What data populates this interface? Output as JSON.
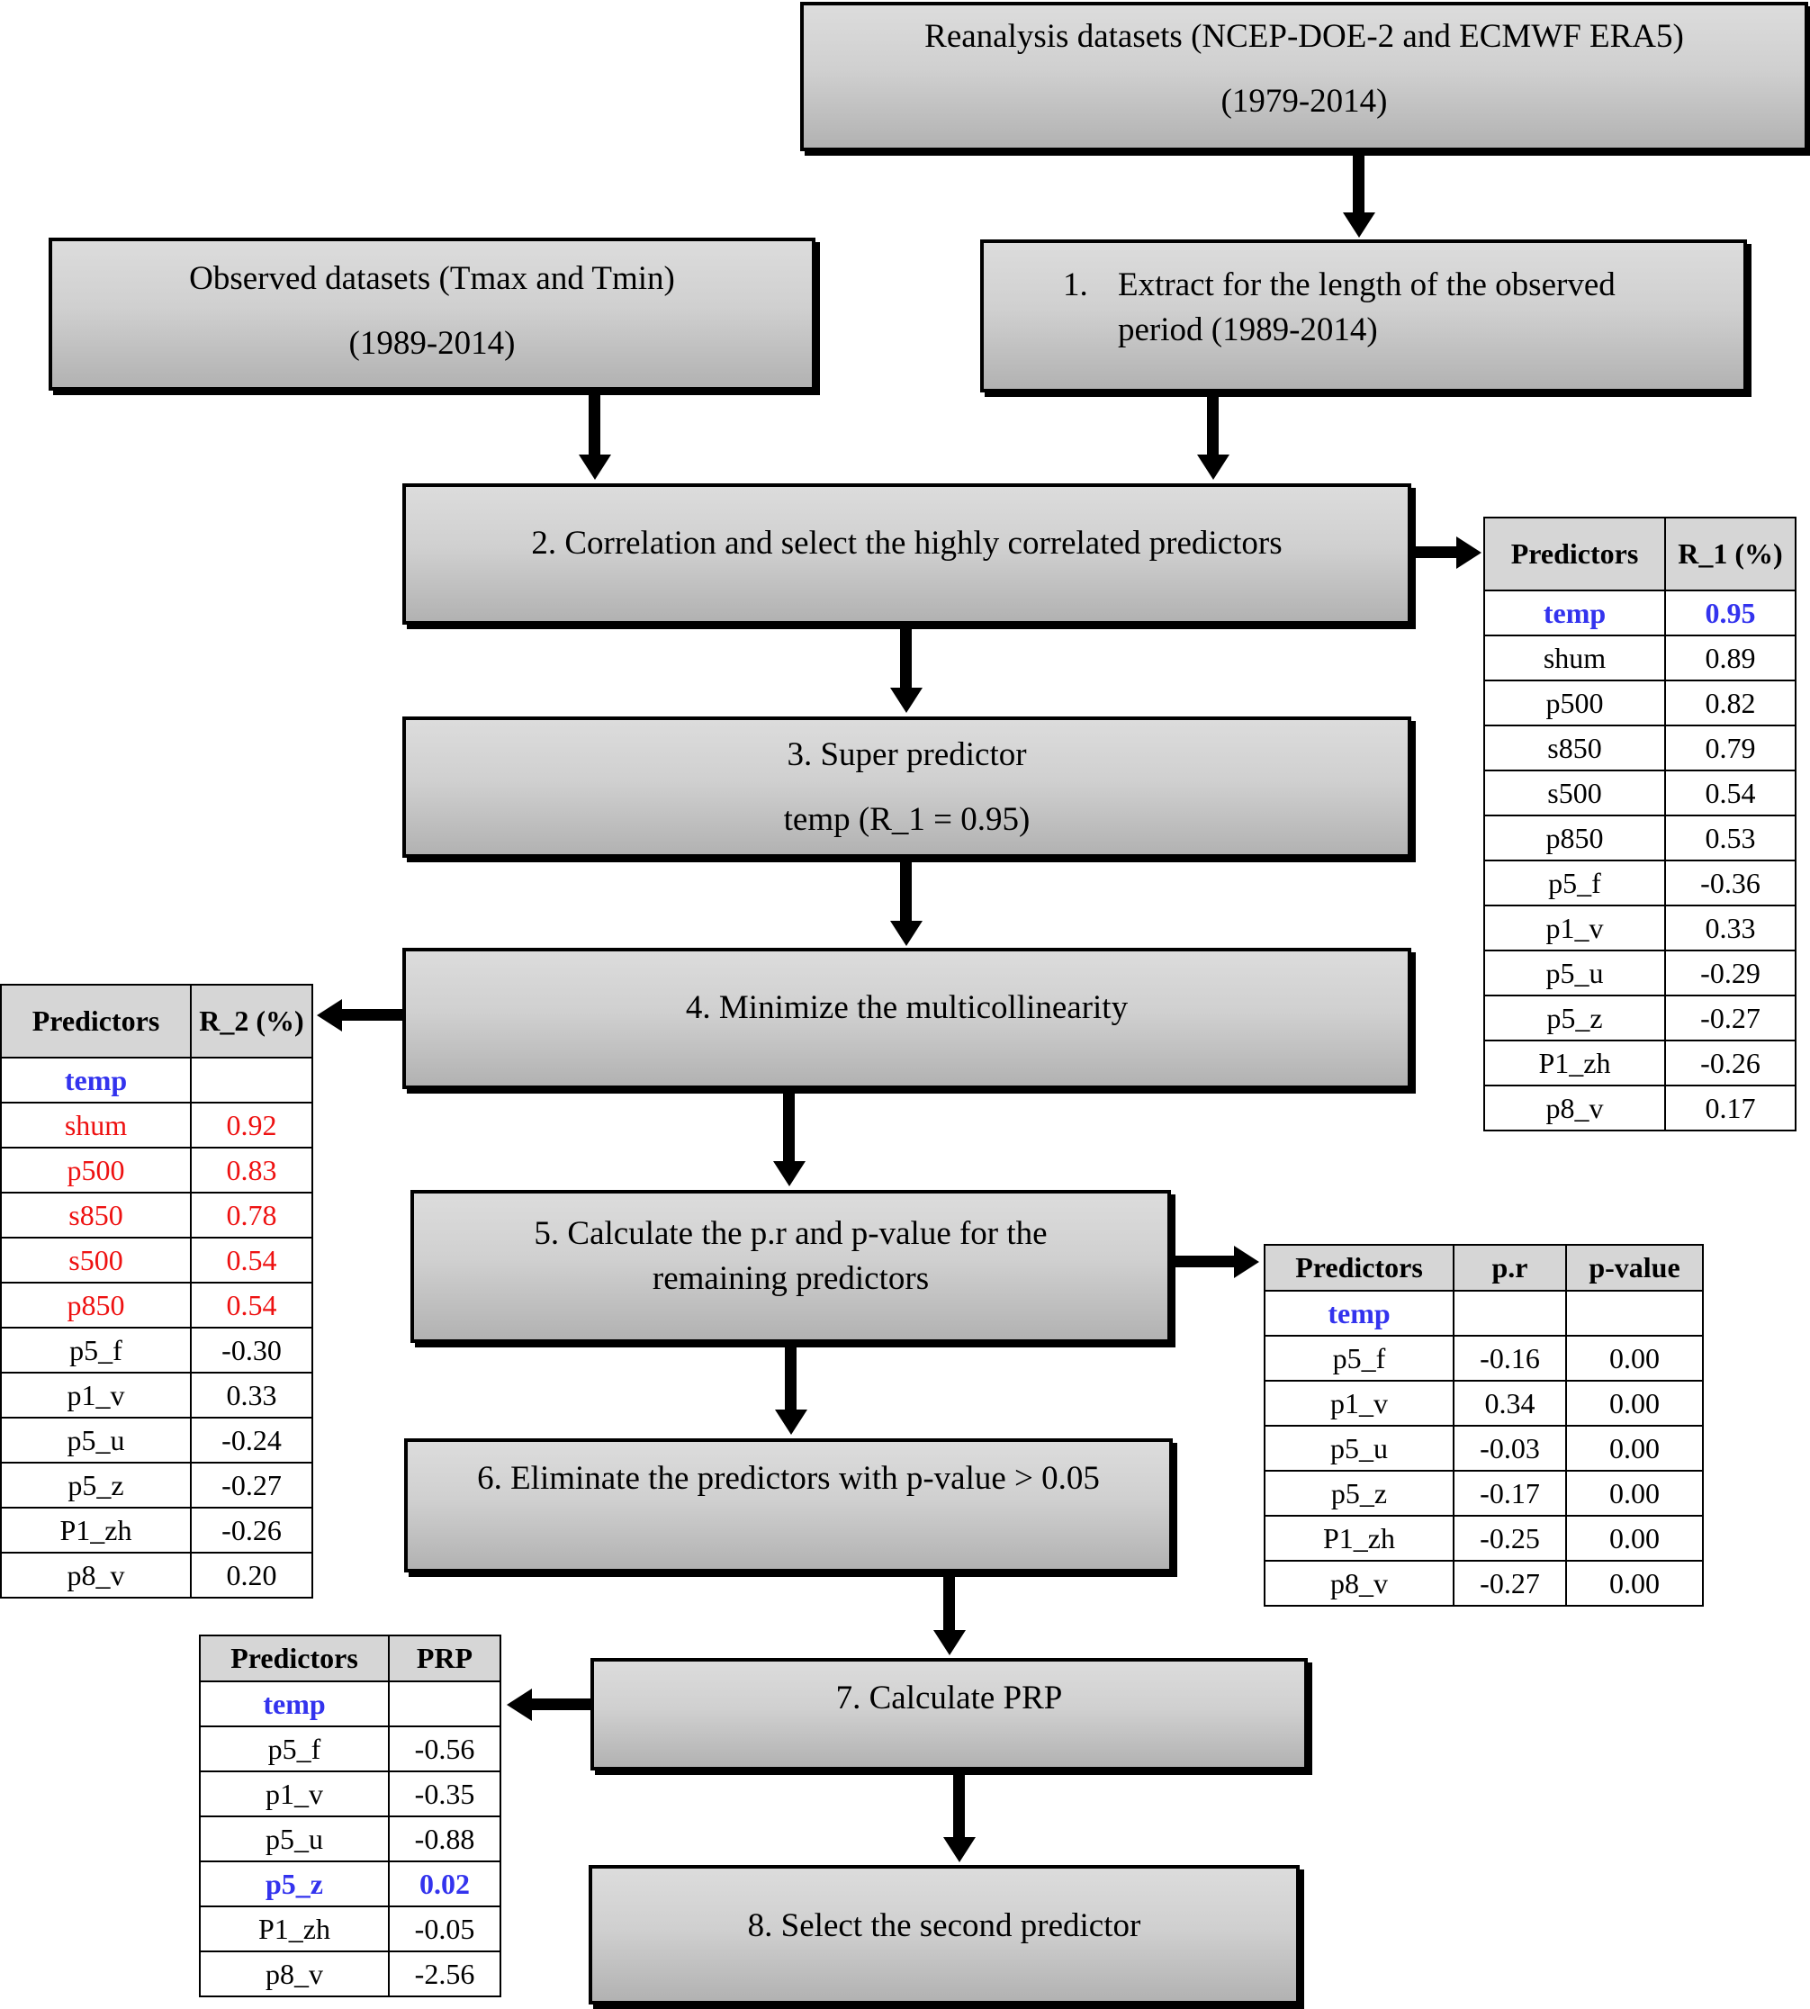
{
  "boxes": {
    "reanalysis": {
      "line1": "Reanalysis datasets (NCEP-DOE-2 and ECMWF ERA5)",
      "line2": "(1979-2014)"
    },
    "observed": {
      "line1": "Observed datasets (Tmax and Tmin)",
      "line2": "(1989-2014)"
    },
    "step1": {
      "number": "1.",
      "line1": "Extract for the length of the observed",
      "line2": "period (1989-2014)"
    },
    "step2": {
      "line1": "2. Correlation and select the highly correlated predictors"
    },
    "step3": {
      "line1": "3. Super predictor",
      "line2": "temp (R_1 = 0.95)"
    },
    "step4": {
      "line1": "4. Minimize the multicollinearity"
    },
    "step5": {
      "line1": "5. Calculate the p.r and p-value for the",
      "line2": "remaining predictors"
    },
    "step6": {
      "line1": "6. Eliminate the predictors with p-value > 0.05"
    },
    "step7": {
      "line1": "7. Calculate PRP"
    },
    "step8": {
      "line1": "8. Select the second predictor"
    }
  },
  "table_r1": {
    "headers": [
      "Predictors",
      "R_1 (%)"
    ],
    "rows": [
      {
        "name": "temp",
        "value": "0.95",
        "highlight": "blue"
      },
      {
        "name": "shum",
        "value": "0.89"
      },
      {
        "name": "p500",
        "value": "0.82"
      },
      {
        "name": "s850",
        "value": "0.79"
      },
      {
        "name": "s500",
        "value": "0.54"
      },
      {
        "name": "p850",
        "value": "0.53"
      },
      {
        "name": "p5_f",
        "value": "-0.36"
      },
      {
        "name": "p1_v",
        "value": "0.33"
      },
      {
        "name": "p5_u",
        "value": "-0.29"
      },
      {
        "name": "p5_z",
        "value": "-0.27"
      },
      {
        "name": "P1_zh",
        "value": "-0.26"
      },
      {
        "name": "p8_v",
        "value": "0.17"
      }
    ]
  },
  "table_r2": {
    "headers": [
      "Predictors",
      "R_2 (%)"
    ],
    "rows": [
      {
        "name": "temp",
        "value": "",
        "highlight": "blue"
      },
      {
        "name": "shum",
        "value": "0.92",
        "highlight": "red"
      },
      {
        "name": "p500",
        "value": "0.83",
        "highlight": "red"
      },
      {
        "name": "s850",
        "value": "0.78",
        "highlight": "red"
      },
      {
        "name": "s500",
        "value": "0.54",
        "highlight": "red"
      },
      {
        "name": "p850",
        "value": "0.54",
        "highlight": "red"
      },
      {
        "name": "p5_f",
        "value": "-0.30"
      },
      {
        "name": "p1_v",
        "value": "0.33"
      },
      {
        "name": "p5_u",
        "value": "-0.24"
      },
      {
        "name": "p5_z",
        "value": "-0.27"
      },
      {
        "name": "P1_zh",
        "value": "-0.26"
      },
      {
        "name": "p8_v",
        "value": "0.20"
      }
    ]
  },
  "table_pr": {
    "headers": [
      "Predictors",
      "p.r",
      "p-value"
    ],
    "rows": [
      {
        "name": "temp",
        "pr": "",
        "pvalue": "",
        "highlight": "blue"
      },
      {
        "name": "p5_f",
        "pr": "-0.16",
        "pvalue": "0.00"
      },
      {
        "name": "p1_v",
        "pr": "0.34",
        "pvalue": "0.00"
      },
      {
        "name": "p5_u",
        "pr": "-0.03",
        "pvalue": "0.00"
      },
      {
        "name": "p5_z",
        "pr": "-0.17",
        "pvalue": "0.00"
      },
      {
        "name": "P1_zh",
        "pr": "-0.25",
        "pvalue": "0.00"
      },
      {
        "name": "p8_v",
        "pr": "-0.27",
        "pvalue": "0.00"
      }
    ]
  },
  "table_prp": {
    "headers": [
      "Predictors",
      "PRP"
    ],
    "rows": [
      {
        "name": "temp",
        "value": "",
        "highlight": "blue"
      },
      {
        "name": "p5_f",
        "value": "-0.56"
      },
      {
        "name": "p1_v",
        "value": "-0.35"
      },
      {
        "name": "p5_u",
        "value": "-0.88"
      },
      {
        "name": "p5_z",
        "value": "0.02",
        "highlight": "blue"
      },
      {
        "name": "P1_zh",
        "value": "-0.05"
      },
      {
        "name": "p8_v",
        "value": "-2.56"
      }
    ]
  }
}
